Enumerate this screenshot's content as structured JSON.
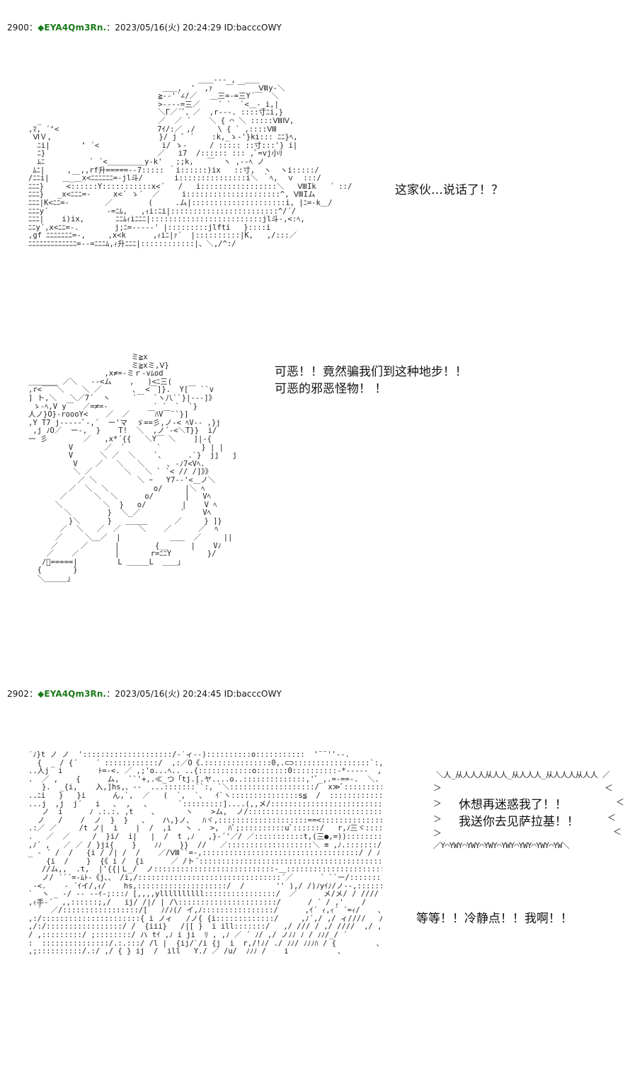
{
  "posts": [
    {
      "number": "2900",
      "sep": "：",
      "trip_mark": "◆",
      "trip": "EYA4Qm3Rn.",
      "meta": "：2023/05/16(火) 20:24:29 ID:bacccOWY"
    },
    {
      "number": "2902",
      "sep": "：",
      "trip_mark": "◆",
      "trip": "EYA4Qm3Rn.",
      "meta": "：2023/05/16(火) 20:24:45 ID:bacccOWY"
    }
  ],
  "dialogue": {
    "line1": "这家伙…说话了！？",
    "line2a": "可恶！！竟然骗我们到这种地步！！",
    "line2b": "可恶的邪恶怪物！  ！",
    "shout1": "休想再迷惑我了！！",
    "shout2": "我送你去见萨拉基！！",
    "line3": "等等！！冷静点！！我啊！！"
  },
  "shout_frame": {
    "top": "＼人_从人人人从人人_从人人人_从人人人从人人 ／",
    "bottom": "／Y⌒YWY⌒YWY⌒YWY⌒YWY⌒YWY⌒YWY⌒YW＼"
  },
  "art": {
    "aa1": "                                      ＿＿--- ,  ＿＿\n                              ＿＿,  '  ,ｧ   ￣ ￣   Ⅷy-＼\n                             ≧--'´∠/／   ＿三=-=三Y´￣  ＼\n                             >-‐‐-=三／    ´ `  `<＿-_i,|\n                             ＼Γ／´ﾞ、／  ,r---. ::::寸ﾆi,}\n  _                          ／  ／ ´    ＼ { ⌒ ＼ :::::ⅧⅣ,\n,ﾏ, ´‘<                      7ｲ/:／ ,/     \\ { ` ,::::Ⅷ \n ⅥＶ,                        }/ j ﾞ ´    :k,_ゝ-'}ki::: ﾆﾆ}ﾍ,\n  ﾆi|       ‘ ´<              i/ ゝ‐     / ::::: ::寸:::'} i|\n  ﾆ}                         ／   i7  /:::::: ::: ,ﾞ=vj小ﾘ\n  ﾑﾆ          ` ´<＿＿＿＿＿y-k'   ;;k,   ￣  ヽ ,-‐ﾍ ノ\n ﾑﾆ|     ,__,,rf升=====--7::::: ｀i::::::)ix   ::寸,  ヽ  ヽi:::::/\n/ﾆﾆi|   ＿_＿x<ﾆﾆﾆﾆﾆﾆ=-jl斗/       i:::::::::::::::i＼ ｀ﾍ,  ｖ  :::/\nﾆﾆﾆ}     <::::::Y:::::::::::x<´   /   i:::::::::::::::::＼   ⅧIk   ´ ::/\nﾆﾆﾆ}   _x<ﾆﾆﾆ=-     x<´ ゝ´  ／     i:::::::::::::::::::::^, ⅧIム\nﾆﾆﾆ|K<ﾆﾆ=-        ／        (     .ム|:::::::::::::::::::::i, |ﾆ=-k＿/\nﾆﾆﾆy´             -=ﾆﾑ,   ,ｨi:ﾆi|::::::::::::::::::::::::^/´/\nﾆﾆﾆ|    i)ix,       ﾆﾆﾑｨiﾆﾆﾆ|:::::::::::::::::::::::::jl斗-,<:ﾍ,\nﾆﾆy´,x<ﾆﾆ=-.        j;ﾆ=-----' |:::::::::jlfti   }::::i\n,gf ﾆﾆﾆﾆﾆﾆﾆ=-,     ,x<k      ,ｨiﾆ|ｧ´  |::::::::::|K,   ,/:::／\nﾆﾆﾆﾆﾆﾆﾆﾆﾆﾆﾆﾆﾆ=--=ﾆﾆﾆﾑ,ｨ升ﾆﾆﾆ|::::::::::::|、＼,/^:/",
    "aa2": "                       ミ≧x\n                       ミ≧xミ,Ⅴ}\n                 ,x≠=-ミｒ-vﾑod\n＿＿＿＿ ／＼   --<ム    ,   )<ﾆ三(\n,r<￣￣＼    ＼ ／       ､  <￣]}.  Y[￣ ``v\n] ト,＼   ＼／7´  ヽ     `￣  `ヽ八``}|---]》\n ゝ-ﾍ,V y￣  ／=≠=-          ´ ´  `  `}\n人ノ}O}-roooY<    ／  ／    ￣ﾊV￣¨`}]\n,Y T7 j-----ﾞ-,´  ー'マ  ゞ==彡,ノ-< ﾍV-- ,}j\n ,j ﾉO／  ー-,  }    T!  ＼  ,ノ´-<＼T}}  i/\n一 彡        ／   ,x*´{{   ＼Y￣ ＼    ]|-{\n         V       ／  `       `         } | |\n         V      ＼ ／  ＼    `、     .`}  jj   j\n          V    ／   ＼   ＼     ､ -ﾉ7<Vﾍ.\n          ＼ ／       ＼   ＼ ` `< // /]》》\n           ／ ＼         ＼ ｰ   Y7--'<＿ノ＼\n         ／  ＼  ＼          o/     |＼ ﾍ\n       ／      ＼  ＼      o/       |   Vﾍ\n      ＼         ＼  }   o/        |    V ﾍ\n        ＼        }  ＼_／         `    Vﾍ\n         }＼      }   ＿＿＿      ／     } ]}\n       ／  ＼   ／  ／    ＼    ／      ／  ﾍ\n      ／     ＼＿／  |           ＿＿  ／     ||\n     ／     ／      |        {__     |    Vﾉ\n    ／    ／        |       r=ﾆﾆY        }/\n   /ﾞ=====|         L ＿＿＿L  ＿＿」\n  {       }\n  ＼＿＿＿」",
    "aa3": "´ﾉ}t ノ ノ  '::::::::::::::::::::/‐´ィ--)::::::::::o:::::::::::  '¨¨''‐-.           / /:::::::::::::\n  {  _ / {´    ´ ::::::::::::/  ,:／O《.:::::::::::::::0,.⊂⊃:::::::::::::::::`:,         /´ /::::::::::::\n..人j  i        ﾄ=-<. ／ ,;'o...ﾍ.. ..{::::::::::::o:::::::0::::::::::-*-----  ,   /::::/:::::::::::/\n.  ／ ,    {      ム,  ``'+,.≪_つ「tj.[.ヤ....o..::::::::::::::,'ﾞ_,.=-==-.  ＼. ～/:::::/:::／／´::::::::\n   }.  _{i,    入,]hs,、‐‐  ...:::::::``:, `＼:::::::::::::::::::/  x≫ﾞ::::::::::::::≧x/:::::/／/ /:::::::\n..ﾆi   }   }i      ん,`,  ／   (  `,  `、  ｲ`ヽ:::::::::::::::s≦  /  ::::::::::::::::::::::::Y  》}ｨ{´  ,ｨ:::::::::::\n...j  ,j  j´   i   ､  ,   、      `:::::::::]....(,,メ/::::::::::::::::::::::::::::::h, {⌒}::::::::::::::::::::\n   ノ  i      ﾉ .:.:. ,t    、      ヽ    >ム,  ノ/::::::::::::::::::::::::::::::::::::i ]}彡::::::::::／::::::::::\n  ノ   /    /  ノ  }  }   、   ハ,}ノ、  ﾊヾ,::::::::::::::::::::==<:::::::::::::::::::::// /￣  ﾆﾆﾆﾆ＿/\n.:／ ／     /t ノ|  i    |  /  ,i   ヽ .  >,  ﾊﾞ;::::::::::uﾞ::::::/   r,ﾉ三ヾ:::::::::::::::::/ /yj´／:::::::::::\n.   ／  ／     /  }i/  i|   |  /  t ,ﾉ   ,}-´'／/ ／:::::::::::t,(三●,=))::::::::::// j´／::::::::::::\n,ﾉ´ ,   ／ ／ / }ji{    }    ﾉﾉ    }}  //   ／:::::::::::::::::::＼ ≡ ,ﾉ.:::::::// //  }/ ／::::::::::::::::::\n_ - ´ /  /   {i / /| /  /    ／/Ⅷ´`=-,:::::::::::::::::::::::::::::::::::/ / ﾉ イ/_---´\n    {i  /    }  {《 i /  {i      ／ /ト´::::::::::::::::::::::::::::::::::::::::::r{《ﾉ/ /::::::::::::::::::::::/\n   //ム,,  .t,  |'{{|Ｌ_/  ノ:::::::::::::::::::::::::::-＿::::::::::::::::::::::/入 tj7 /,..:::::::::::::::..´\n   ノ/ ´´´=-ﾑﾄ-《j、、 /i,/::::::::::::::::::::::::::::::::´／      ´ ``ー/::::::::/::::::::::::.´  ´\n -<.    ‐ ´ｲイ/,ｨ/    hs,::::::::::::::::::::/  /       '' ),/ /)ﾉyｲﾉ/ノ--,:::::::/´\n`  ヽ _ -/ -‐ --ｲ-;:::ﾉ [,,,,yllllllllll::::::::::::::::/  ／      メ/メ/ / ////   /_-'\n,ｨ手‐´  ,,::::::;,/   ij/ /|/ | /\\::::::::::::::::::::::/      / ´ / ,'    /\n  ´  ／/:::::::::::::::::/[   ﾉ/ﾉ(/ イ,ﾉ::::::::::::::::/      ,ｲ´ ｨ,ｨ´ ´=ｨ/    ､\n,:/::::::::::::::::::::::{ i ノィ   /ノ{ {i:::::::::::::/     ,ﾉ´,/ ,/ ィ////   /    ､\n,/:/:::::::::::::::::/ /  {iii}   /|[ }  i ill:::::::/   ,/ /// / ,/ ////  ,/ ,ｨ´-\n/ ,:::::::::/ ;::::::::/ ハ tｲ ,ﾉ i ji  ﾘ , ,ﾉ ／ ´ ﾉ/ ,/ ノﾉﾉ ﾉ / ﾉﾉ/_/ ´        ､\n:  :::::::::::::::/.:.:::/ /l |  {ij/`/i {j  i  r,/!ﾉ/ ./ ﾉﾉ/ ﾉﾉﾉﾊ / {         ､\n,;::::::::::/.:/ ,/ { } ij  /  ill   Y./ ／ /u/  ﾉﾉﾉ /    i           ､\n"
  }
}
